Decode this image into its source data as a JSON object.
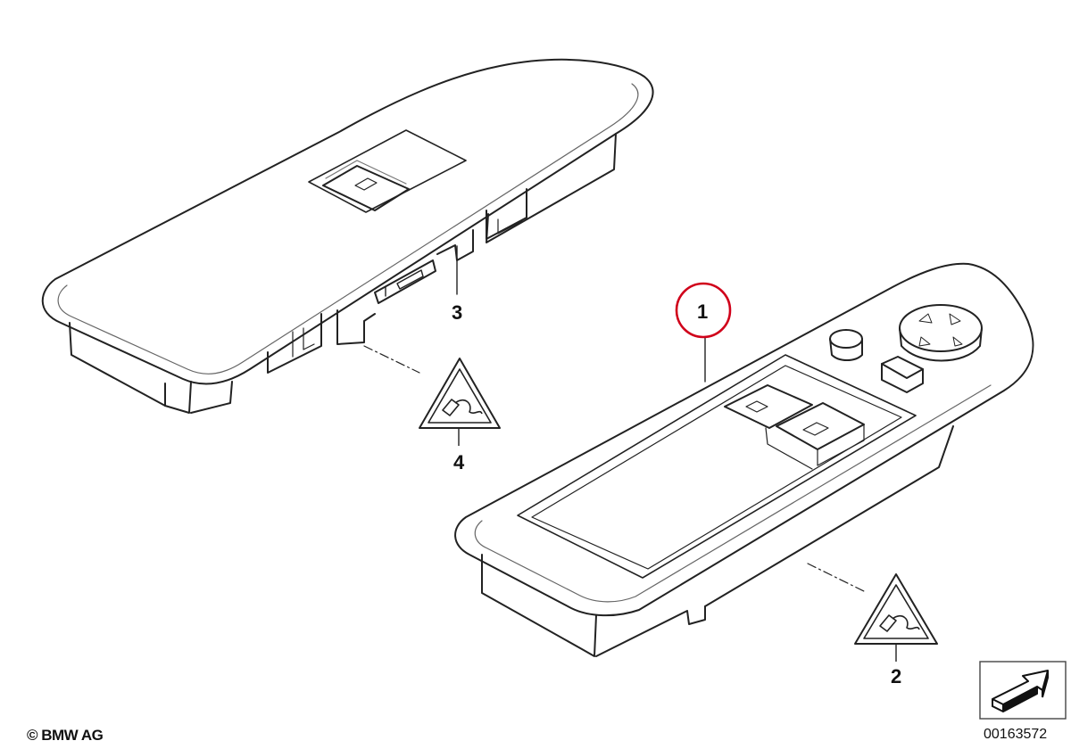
{
  "callouts": {
    "part1": "1",
    "part2": "2",
    "part3": "3",
    "part4": "4"
  },
  "highlight": {
    "part": "1",
    "color": "#d0001a"
  },
  "icons": [
    "warning-triangle-connector-icon",
    "navigation-arrow-icon"
  ],
  "footer": {
    "copyright": "© BMW AG",
    "diagram_id": "00163572"
  }
}
